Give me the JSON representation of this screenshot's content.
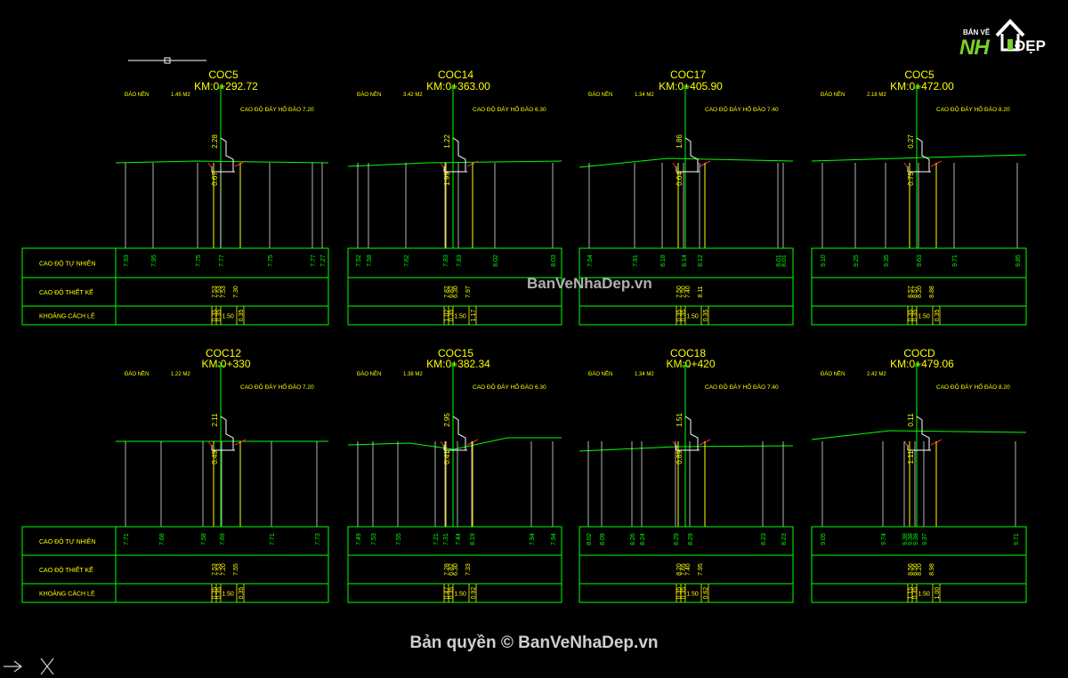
{
  "logo": {
    "small_text": "BẢN VẼ",
    "big_text": "NH",
    "suffix_text": "ĐẸP"
  },
  "watermarks": {
    "center": "BanVeNhaDep.vn",
    "bottom": "Bản quyền © BanVeNhaDep.vn"
  },
  "row_labels": [
    "CAO ĐỘ TỰ NHIÊN",
    "CAO ĐỘ THIẾT KẾ",
    "KHOẢNG CÁCH LẺ"
  ],
  "labels": {
    "dao_nen": "ĐÀO NỀN",
    "design_prefix": "CAO ĐỘ ĐÁY HỐ ĐÀO"
  },
  "sections": [
    {
      "name": "COC5",
      "km": "KM:0+292.72",
      "area": "1.45 M2",
      "depth": "7.20",
      "dim_above": "2.28",
      "dim_below": "0.67",
      "natural": [
        "7.93",
        "7.95",
        "7.75",
        "7.77",
        "7.75",
        "7.77",
        "7.27"
      ],
      "design": [
        "7.53",
        "7.53",
        "7.53",
        "7.30"
      ],
      "spacing": [
        "0.35",
        "0.35",
        "1.50",
        "0.35"
      ]
    },
    {
      "name": "COC14",
      "km": "KM:0+363.00",
      "area": "3.42 M2",
      "depth": "6.30",
      "dim_above": "1.22",
      "dim_below": "1.99",
      "natural": [
        "7.52",
        "7.58",
        "7.62",
        "7.83",
        "7.83",
        "8.02",
        "8.03"
      ],
      "design": [
        "7.82",
        "6.82",
        "6.30",
        "7.97"
      ],
      "spacing": [
        "1.02",
        "0.35",
        "1.50",
        "1.17"
      ]
    },
    {
      "name": "COC17",
      "km": "KM:0+405.90",
      "area": "1.34 M2",
      "depth": "7.40",
      "dim_above": "1.86",
      "dim_below": "0.64",
      "natural": [
        "7.54",
        "7.91",
        "8.18",
        "8.14",
        "8.12",
        "8.01",
        "8.01"
      ],
      "design": [
        "7.50",
        "7.50",
        "7.40",
        "8.11"
      ],
      "spacing": [
        "0.35",
        "0.35",
        "1.50",
        "0.35"
      ]
    },
    {
      "name": "COC5",
      "km": "KM:0+472.00",
      "area": "2.18 M2",
      "depth": "8.20",
      "dim_above": "0.27",
      "dim_below": "0.75",
      "natural": [
        "9.10",
        "9.25",
        "9.35",
        "9.63",
        "9.71",
        "9.85"
      ],
      "design": [
        "8.57",
        "8.57",
        "8.20",
        "8.88"
      ],
      "spacing": [
        "0.35",
        "0.35",
        "1.50",
        "0.35"
      ]
    },
    {
      "name": "COC12",
      "km": "KM:0+330",
      "area": "1.22 M2",
      "depth": "7.20",
      "dim_above": "2.11",
      "dim_below": "0.49",
      "natural": [
        "7.71",
        "7.68",
        "7.58",
        "7.69",
        "7.71",
        "7.73"
      ],
      "design": [
        "7.53",
        "7.53",
        "7.20",
        "7.55"
      ],
      "spacing": [
        "0.35",
        "0.35",
        "1.50",
        "0.35"
      ]
    },
    {
      "name": "COC15",
      "km": "KM:0+382.34",
      "area": "1.38 M2",
      "depth": "6.30",
      "dim_above": "2.95",
      "dim_below": "0.41",
      "natural": [
        "7.49",
        "7.53",
        "7.55",
        "7.21",
        "7.31",
        "7.44",
        "8.19",
        "7.94",
        "7.94"
      ],
      "design": [
        "7.28",
        "6.82",
        "6.30",
        "7.33"
      ],
      "spacing": [
        "0.47",
        "0.35",
        "1.50",
        "0.92"
      ]
    },
    {
      "name": "COC18",
      "km": "KM:0+420",
      "area": "1.34 M2",
      "depth": "7.40",
      "dim_above": "1.51",
      "dim_below": "0.89",
      "natural": [
        "8.02",
        "8.09",
        "8.26",
        "8.24",
        "8.29",
        "8.29",
        "8.23",
        "8.23"
      ],
      "design": [
        "8.20",
        "7.65",
        "7.40",
        "7.95"
      ],
      "spacing": [
        "0.35",
        "0.35",
        "1.50",
        "0.62"
      ]
    },
    {
      "name": "COCD",
      "km": "KM:0+479.06",
      "area": "2.42 M2",
      "depth": "8.20",
      "dim_above": "0.11",
      "dim_below": "1.11",
      "natural": [
        "9.05",
        "9.74",
        "9.38",
        "9.38",
        "9.38",
        "9.37",
        "9.71"
      ],
      "design": [
        "8.56",
        "8.56",
        "8.20",
        "8.98"
      ],
      "spacing": [
        "1.15",
        "0.35",
        "1.50",
        "1.00"
      ]
    }
  ],
  "colors": {
    "background": "#000000",
    "lines": "#00ff00",
    "text_yellow": "#ffff00",
    "text_green": "#00ff00",
    "cut_red": "#ff2a2a",
    "white": "#ffffff"
  }
}
